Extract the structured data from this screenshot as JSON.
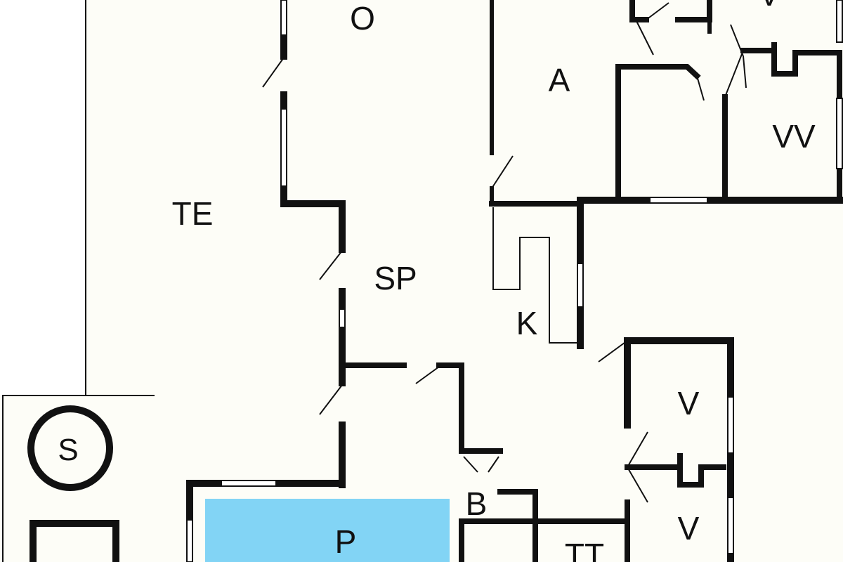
{
  "plan": {
    "colors": {
      "wall": "#111111",
      "floor": "#fdfdf7",
      "pool": "#82d4f5",
      "outside": "#ffffff"
    },
    "rooms": {
      "o": "O",
      "a": "A",
      "v_top": "V",
      "vv": "VV",
      "te": "TE",
      "sp": "SP",
      "k": "K",
      "v_mid": "V",
      "v_low": "V",
      "s": "S",
      "b": "B",
      "p": "P",
      "tt": "TT"
    }
  }
}
